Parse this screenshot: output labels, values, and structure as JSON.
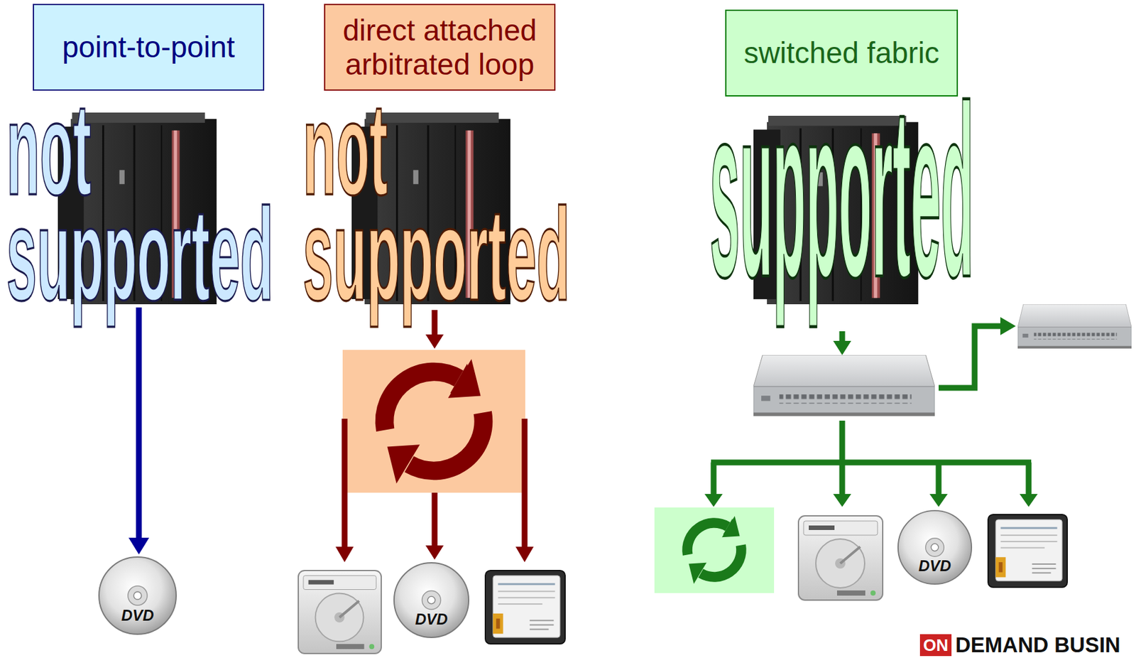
{
  "diagram": {
    "nodes": [
      {
        "text": [
          "point-to-point"
        ]
      },
      {
        "text": [
          "direct attached arbitrated loop"
        ]
      },
      {
        "text": [
          "switched fabric"
        ]
      }
    ],
    "labels": [
      "not supported",
      "DVD",
      "not supported",
      "DVD",
      "supported",
      "DVD",
      "ON",
      "DEMAND BUSIN"
    ]
  }
}
